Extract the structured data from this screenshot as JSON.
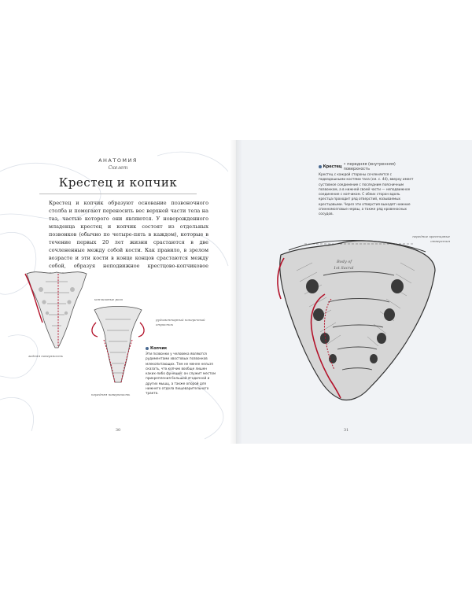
{
  "left_page": {
    "section_title": "АНАТОМИЯ",
    "section_subtitle": "Скелет",
    "heading": "Крестец и копчик",
    "intro": "Крестец и копчик образуют основание позвоночного столба и помогают переносить вес верхней части тела на таз, частью которого они являются. У новорожденного младенца крестец и копчик состоят из отдельных позвонков (обычно по четыре-пять в каждом), которые в течение первых 20 лет жизни срастаются в две сочлененные между собой кости. Как правило, в зрелом возрасте и эти кости в конце концов срастаются между собой, образуя неподвижное крестцово-копчиковое сочленение.",
    "labels": {
      "posterior": "задняя поверхность",
      "cornu": "копчиковые рога",
      "transverse": "рудиментарный поперечный отросток",
      "anterior": "передняя поверхность"
    },
    "info": {
      "title": "Копчик",
      "text": "Эти позвонки у человека являются рудиментами хвостовых позвонков млекопитающих. Тем не менее нельзя сказать, что копчик вообще лишен каких-либо функций: он служит местом прикрепления большой ягодичной и других мышц, а также опорой для нижнего отдела пищеварительного тракта."
    },
    "page_number": "30"
  },
  "right_page": {
    "info": {
      "title": "Крестец",
      "title_suffix": "• передняя (внутренняя) поверхность",
      "text": "Крестец с каждой стороны сочленяется с подвздошными костями таза (см. с. 44), вверху имеет суставное соединение с последним поясничным позвонком, а в нижней своей части — неподвижное соединение с копчиком. С обеих сторон вдоль крестца проходит ряд отверстий, называемых крестцовыми. Через эти отверстия выходят нижние спинномозговые нервы, а также ряд кровеносных сосудов."
    },
    "labels": {
      "foramina": "передние крестцовые отверстия",
      "engraving1": "Body of",
      "engraving2": "1st Sacral"
    },
    "page_number": "31"
  },
  "colors": {
    "accent_dot": "#4a6a92",
    "outline_red": "#b3122a",
    "right_bg": "#f1f3f6"
  }
}
